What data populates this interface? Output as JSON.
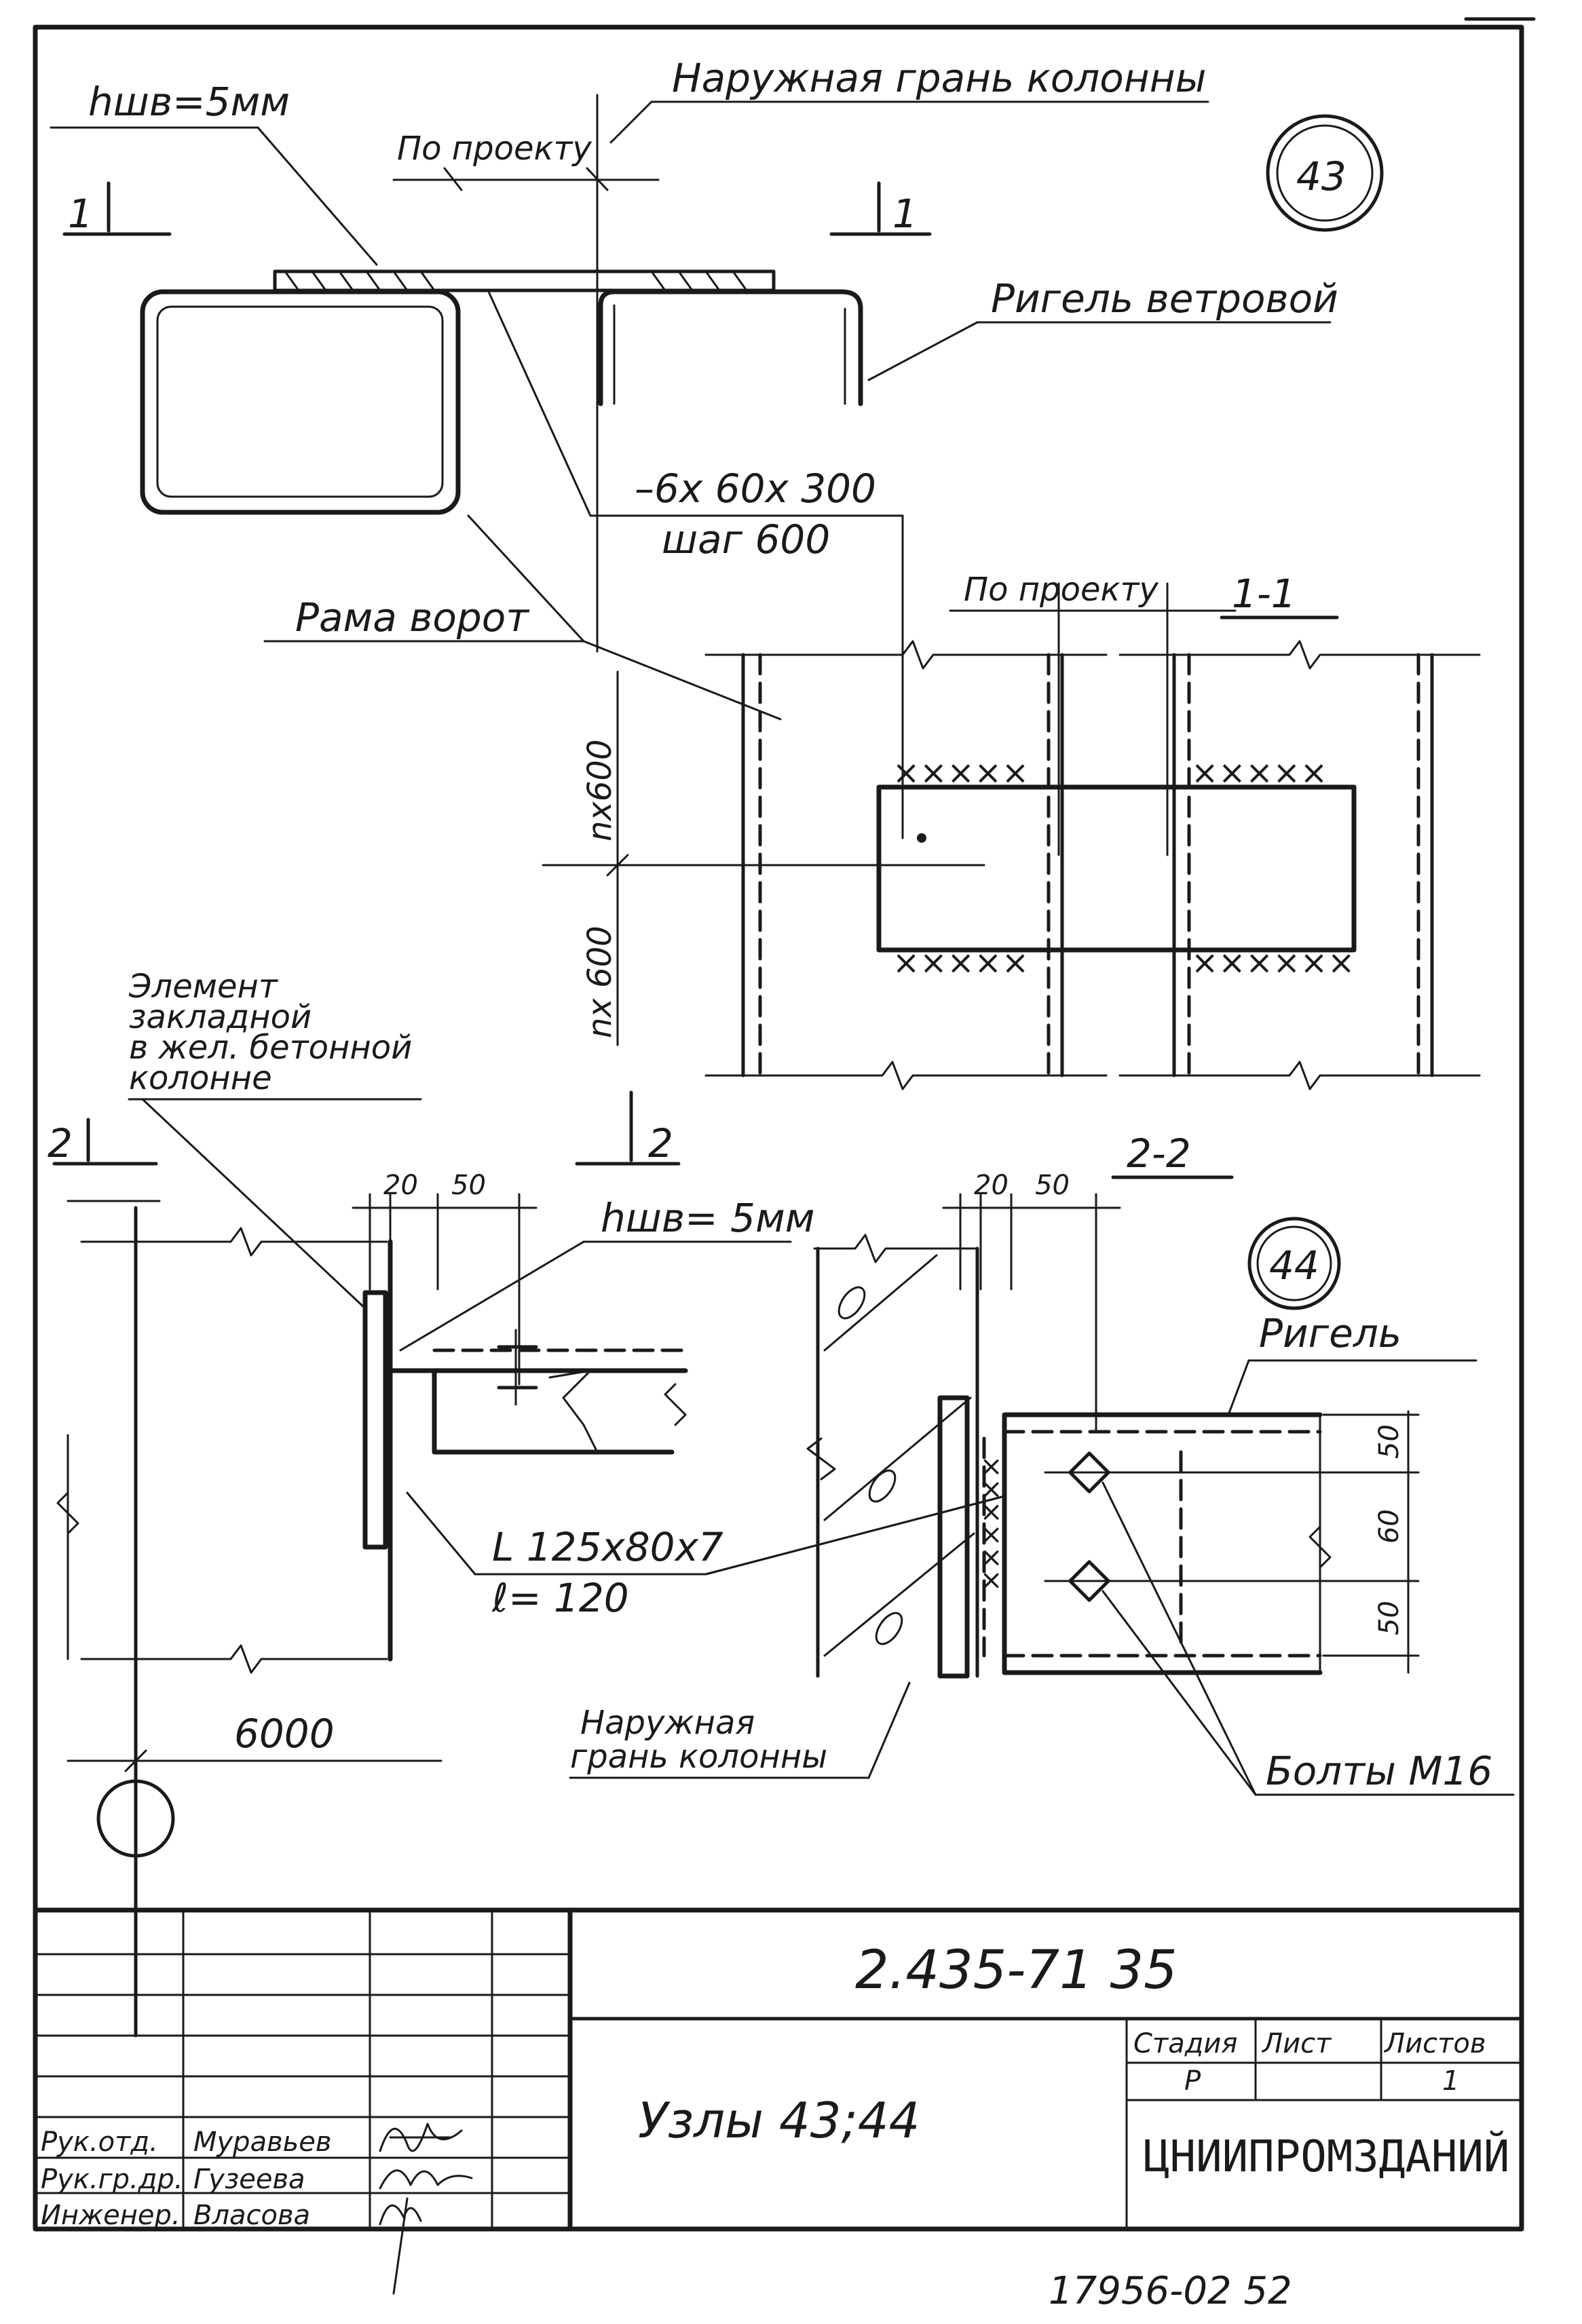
{
  "drawing": {
    "node_43": "43",
    "node_44": "44",
    "weld_top": "hшв=5мм",
    "weld_mid": "hшв= 5мм",
    "outer_face_top": "Наружная грань колонны",
    "outer_face_bottom": [
      "Наружная",
      "грань колонны"
    ],
    "by_project_1": "По проекту",
    "by_project_2": "По проекту",
    "section_mark_1": "1",
    "section_mark_2": "2",
    "section_1_1": "1-1",
    "section_2_2": "2-2",
    "wind_girt": "Ригель ветровой",
    "plate": [
      "–6x 60x 300",
      "шаг 600"
    ],
    "gate_frame": "Рама ворот",
    "dim_n600_top": "nx600",
    "dim_n600_bottom": "nx 600",
    "embed_element": [
      "Элемент",
      "закладной",
      "в жел. бетонной",
      "колонне"
    ],
    "dim_20_left": "20",
    "dim_50_left": "50",
    "dim_20_right": "20",
    "dim_50_right": "50",
    "angle": [
      "L 125x80x7",
      "ℓ= 120"
    ],
    "dim_6000": "6000",
    "girt": "Ригель",
    "bolts": "Болты М16",
    "dim_50_a": "50",
    "dim_60": "60",
    "dim_50_b": "50"
  },
  "title_block": {
    "doc_number": "2.435-71 35",
    "title": "Узлы 43;44",
    "stage_hdr": "Стадия",
    "sheet_hdr": "Лист",
    "sheets_hdr": "Листов",
    "stage_val": "Р",
    "sheet_val": "",
    "sheets_val": "1",
    "org": "ЦНИИПРОМЗДАНИЙ",
    "roles": [
      "Рук.отд.",
      "Рук.гр.др.",
      "Инженер."
    ],
    "names": [
      "Муравьев",
      "Гузеева",
      "Власова"
    ]
  },
  "footer": "17956-02   52"
}
